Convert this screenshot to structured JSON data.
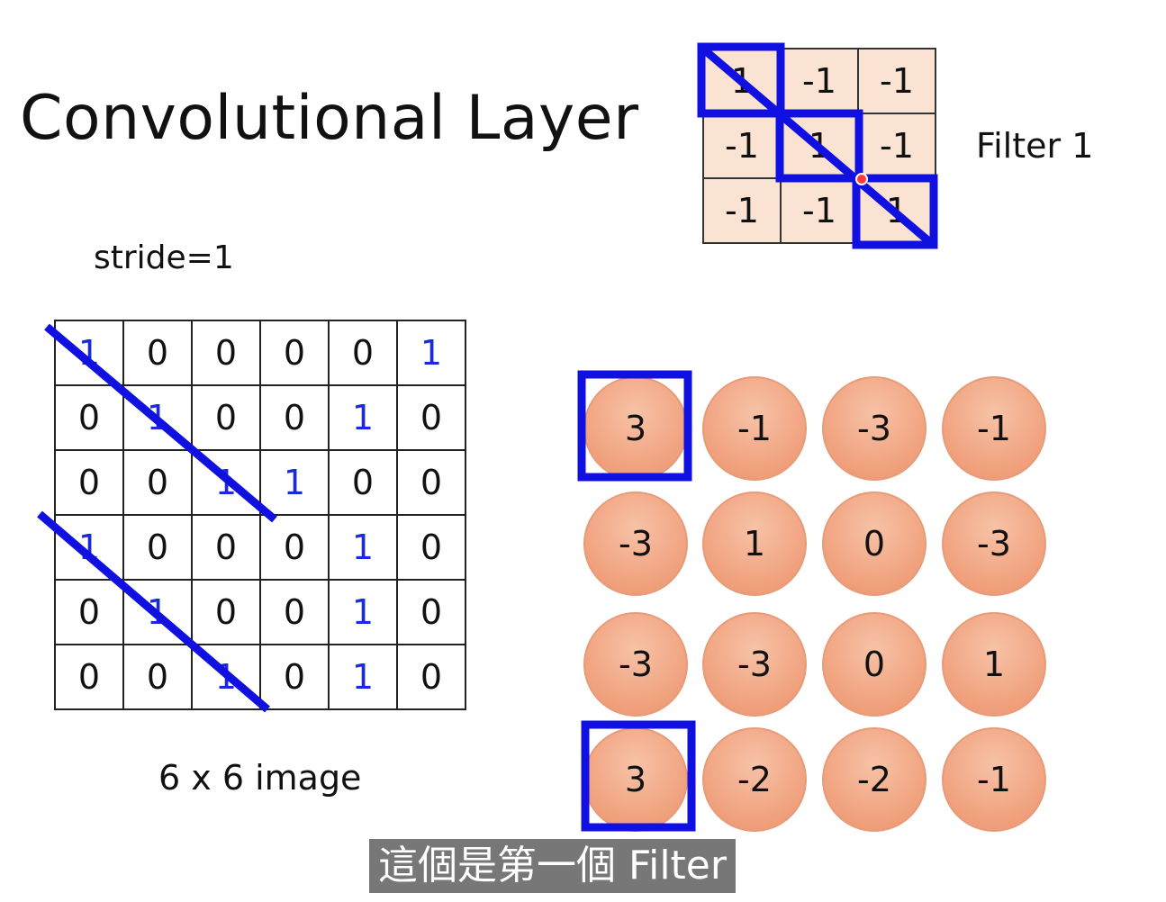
{
  "title": "Convolutional Layer",
  "filter_label": "Filter 1",
  "stride_label": "stride=1",
  "image_label": "6 x 6 image",
  "caption": "這個是第一個 Filter",
  "filter": [
    [
      "1",
      "-1",
      "-1"
    ],
    [
      "-1",
      "1",
      "-1"
    ],
    [
      "-1",
      "-1",
      "1"
    ]
  ],
  "image": [
    [
      "1",
      "0",
      "0",
      "0",
      "0",
      "1"
    ],
    [
      "0",
      "1",
      "0",
      "0",
      "1",
      "0"
    ],
    [
      "0",
      "0",
      "1",
      "1",
      "0",
      "0"
    ],
    [
      "1",
      "0",
      "0",
      "0",
      "1",
      "0"
    ],
    [
      "0",
      "1",
      "0",
      "0",
      "1",
      "0"
    ],
    [
      "0",
      "0",
      "1",
      "0",
      "1",
      "0"
    ]
  ],
  "feature_map": [
    [
      "3",
      "-1",
      "-3",
      "-1"
    ],
    [
      "-3",
      "1",
      "0",
      "-3"
    ],
    [
      "-3",
      "-3",
      "0",
      "1"
    ],
    [
      "3",
      "-2",
      "-2",
      "-1"
    ]
  ],
  "highlight_color": "#1010e0",
  "one_color": "#1a2ad6"
}
